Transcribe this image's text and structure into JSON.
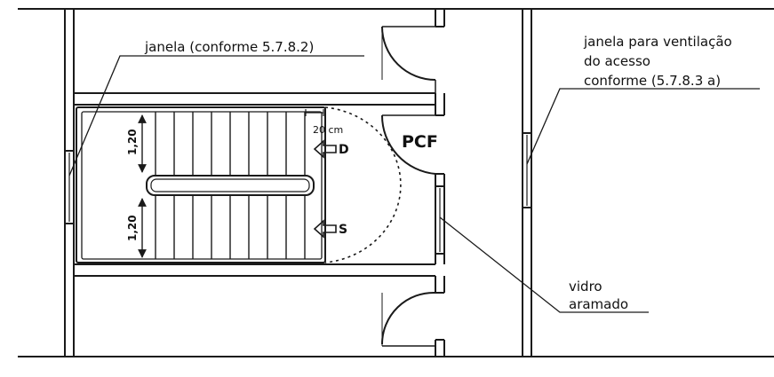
{
  "labels": {
    "janela": "janela (conforme 5.7.8.2)",
    "janela_vent": [
      "janela para ventilação",
      "do acesso",
      "conforme (5.7.8.3 a)"
    ],
    "pcf": "PCF",
    "vidro": [
      "vidro",
      "aramado"
    ],
    "dim_20cm": "20 cm",
    "down": "D",
    "up": "S",
    "dim_top": "1,20",
    "dim_bottom": "1,20"
  },
  "colors": {
    "line": "#1a1a1a",
    "background": "#ffffff"
  }
}
